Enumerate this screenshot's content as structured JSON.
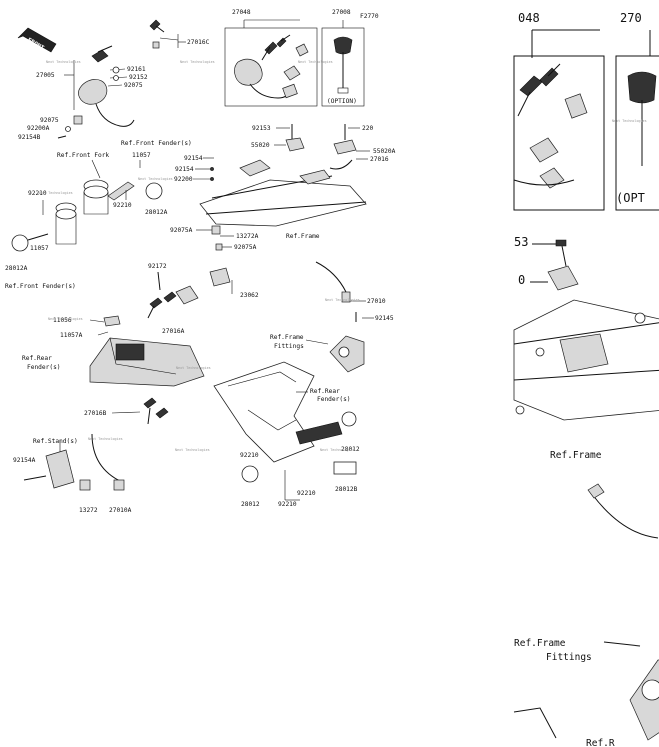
{
  "diagram": {
    "code": "F2770",
    "front_label": "FRONT",
    "option_label": "(OPTION)",
    "watermark": "Next Technologies",
    "left_parts": [
      {
        "id": "p27048",
        "text": "27048"
      },
      {
        "id": "p27008",
        "text": "27008"
      },
      {
        "id": "p27016C",
        "text": "27016C"
      },
      {
        "id": "p92161",
        "text": "92161"
      },
      {
        "id": "p92152",
        "text": "92152"
      },
      {
        "id": "p27005",
        "text": "27005"
      },
      {
        "id": "p92075a",
        "text": "92075"
      },
      {
        "id": "p92075b",
        "text": "92075"
      },
      {
        "id": "p92200A",
        "text": "92200A"
      },
      {
        "id": "p92154B",
        "text": "92154B"
      },
      {
        "id": "p92153",
        "text": "92153"
      },
      {
        "id": "p220",
        "text": "220"
      },
      {
        "id": "p55020",
        "text": "55020"
      },
      {
        "id": "p55020A",
        "text": "55020A"
      },
      {
        "id": "p27016",
        "text": "27016"
      },
      {
        "id": "pRefFrontFork",
        "text": "Ref.Front Fork"
      },
      {
        "id": "pRefFrontFender1",
        "text": "Ref.Front Fender(s)"
      },
      {
        "id": "p11057a",
        "text": "11057"
      },
      {
        "id": "p92154a",
        "text": "92154"
      },
      {
        "id": "p92154b",
        "text": "92154"
      },
      {
        "id": "p92200",
        "text": "92200"
      },
      {
        "id": "p92210a",
        "text": "92210"
      },
      {
        "id": "p92210b",
        "text": "92210"
      },
      {
        "id": "p28012A",
        "text": "28012A"
      },
      {
        "id": "p11057b",
        "text": "11057"
      },
      {
        "id": "p28012Ab",
        "text": "28012A"
      },
      {
        "id": "pRefFrontFender2",
        "text": "Ref.Front Fender(s)"
      },
      {
        "id": "p92075A",
        "text": "92075A"
      },
      {
        "id": "p13272A",
        "text": "13272A"
      },
      {
        "id": "p92075Ab",
        "text": "92075A"
      },
      {
        "id": "pRefFrame",
        "text": "Ref.Frame"
      },
      {
        "id": "p92172",
        "text": "92172"
      },
      {
        "id": "p23062",
        "text": "23062"
      },
      {
        "id": "p27016A",
        "text": "27016A"
      },
      {
        "id": "p27010",
        "text": "27010"
      },
      {
        "id": "p92145",
        "text": "92145"
      },
      {
        "id": "p11056",
        "text": "11056"
      },
      {
        "id": "p11057A",
        "text": "11057A"
      },
      {
        "id": "pRefRearFender1a",
        "text": "Ref.Rear"
      },
      {
        "id": "pRefRearFender1b",
        "text": "Fender(s)"
      },
      {
        "id": "pRefFrameFittingsA",
        "text": "Ref.Frame"
      },
      {
        "id": "pRefFrameFittingsB",
        "text": "Fittings"
      },
      {
        "id": "pRefRearFender2a",
        "text": "Ref.Rear"
      },
      {
        "id": "pRefRearFender2b",
        "text": "Fender(s)"
      },
      {
        "id": "p27016B",
        "text": "27016B"
      },
      {
        "id": "pRefStand",
        "text": "Ref.Stand(s)"
      },
      {
        "id": "p92154A",
        "text": "92154A"
      },
      {
        "id": "p92210c",
        "text": "92210"
      },
      {
        "id": "p28012",
        "text": "28012"
      },
      {
        "id": "p28012B",
        "text": "28012B"
      },
      {
        "id": "p28012b",
        "text": "28012"
      },
      {
        "id": "p92210d",
        "text": "92210"
      },
      {
        "id": "p13272",
        "text": "13272"
      },
      {
        "id": "p27010A",
        "text": "27010A"
      }
    ],
    "zoom_parts": [
      {
        "id": "z048",
        "text": "048"
      },
      {
        "id": "z270",
        "text": "270"
      },
      {
        "id": "z53",
        "text": "53"
      },
      {
        "id": "z0",
        "text": "0"
      },
      {
        "id": "zOption",
        "text": "(OPT"
      },
      {
        "id": "zRefFrame",
        "text": "Ref.Frame"
      },
      {
        "id": "zRefFrameFittingsA",
        "text": "Ref.Frame"
      },
      {
        "id": "zRefFrameFittingsB",
        "text": "Fittings"
      },
      {
        "id": "zRefR",
        "text": "Ref.R"
      }
    ]
  }
}
